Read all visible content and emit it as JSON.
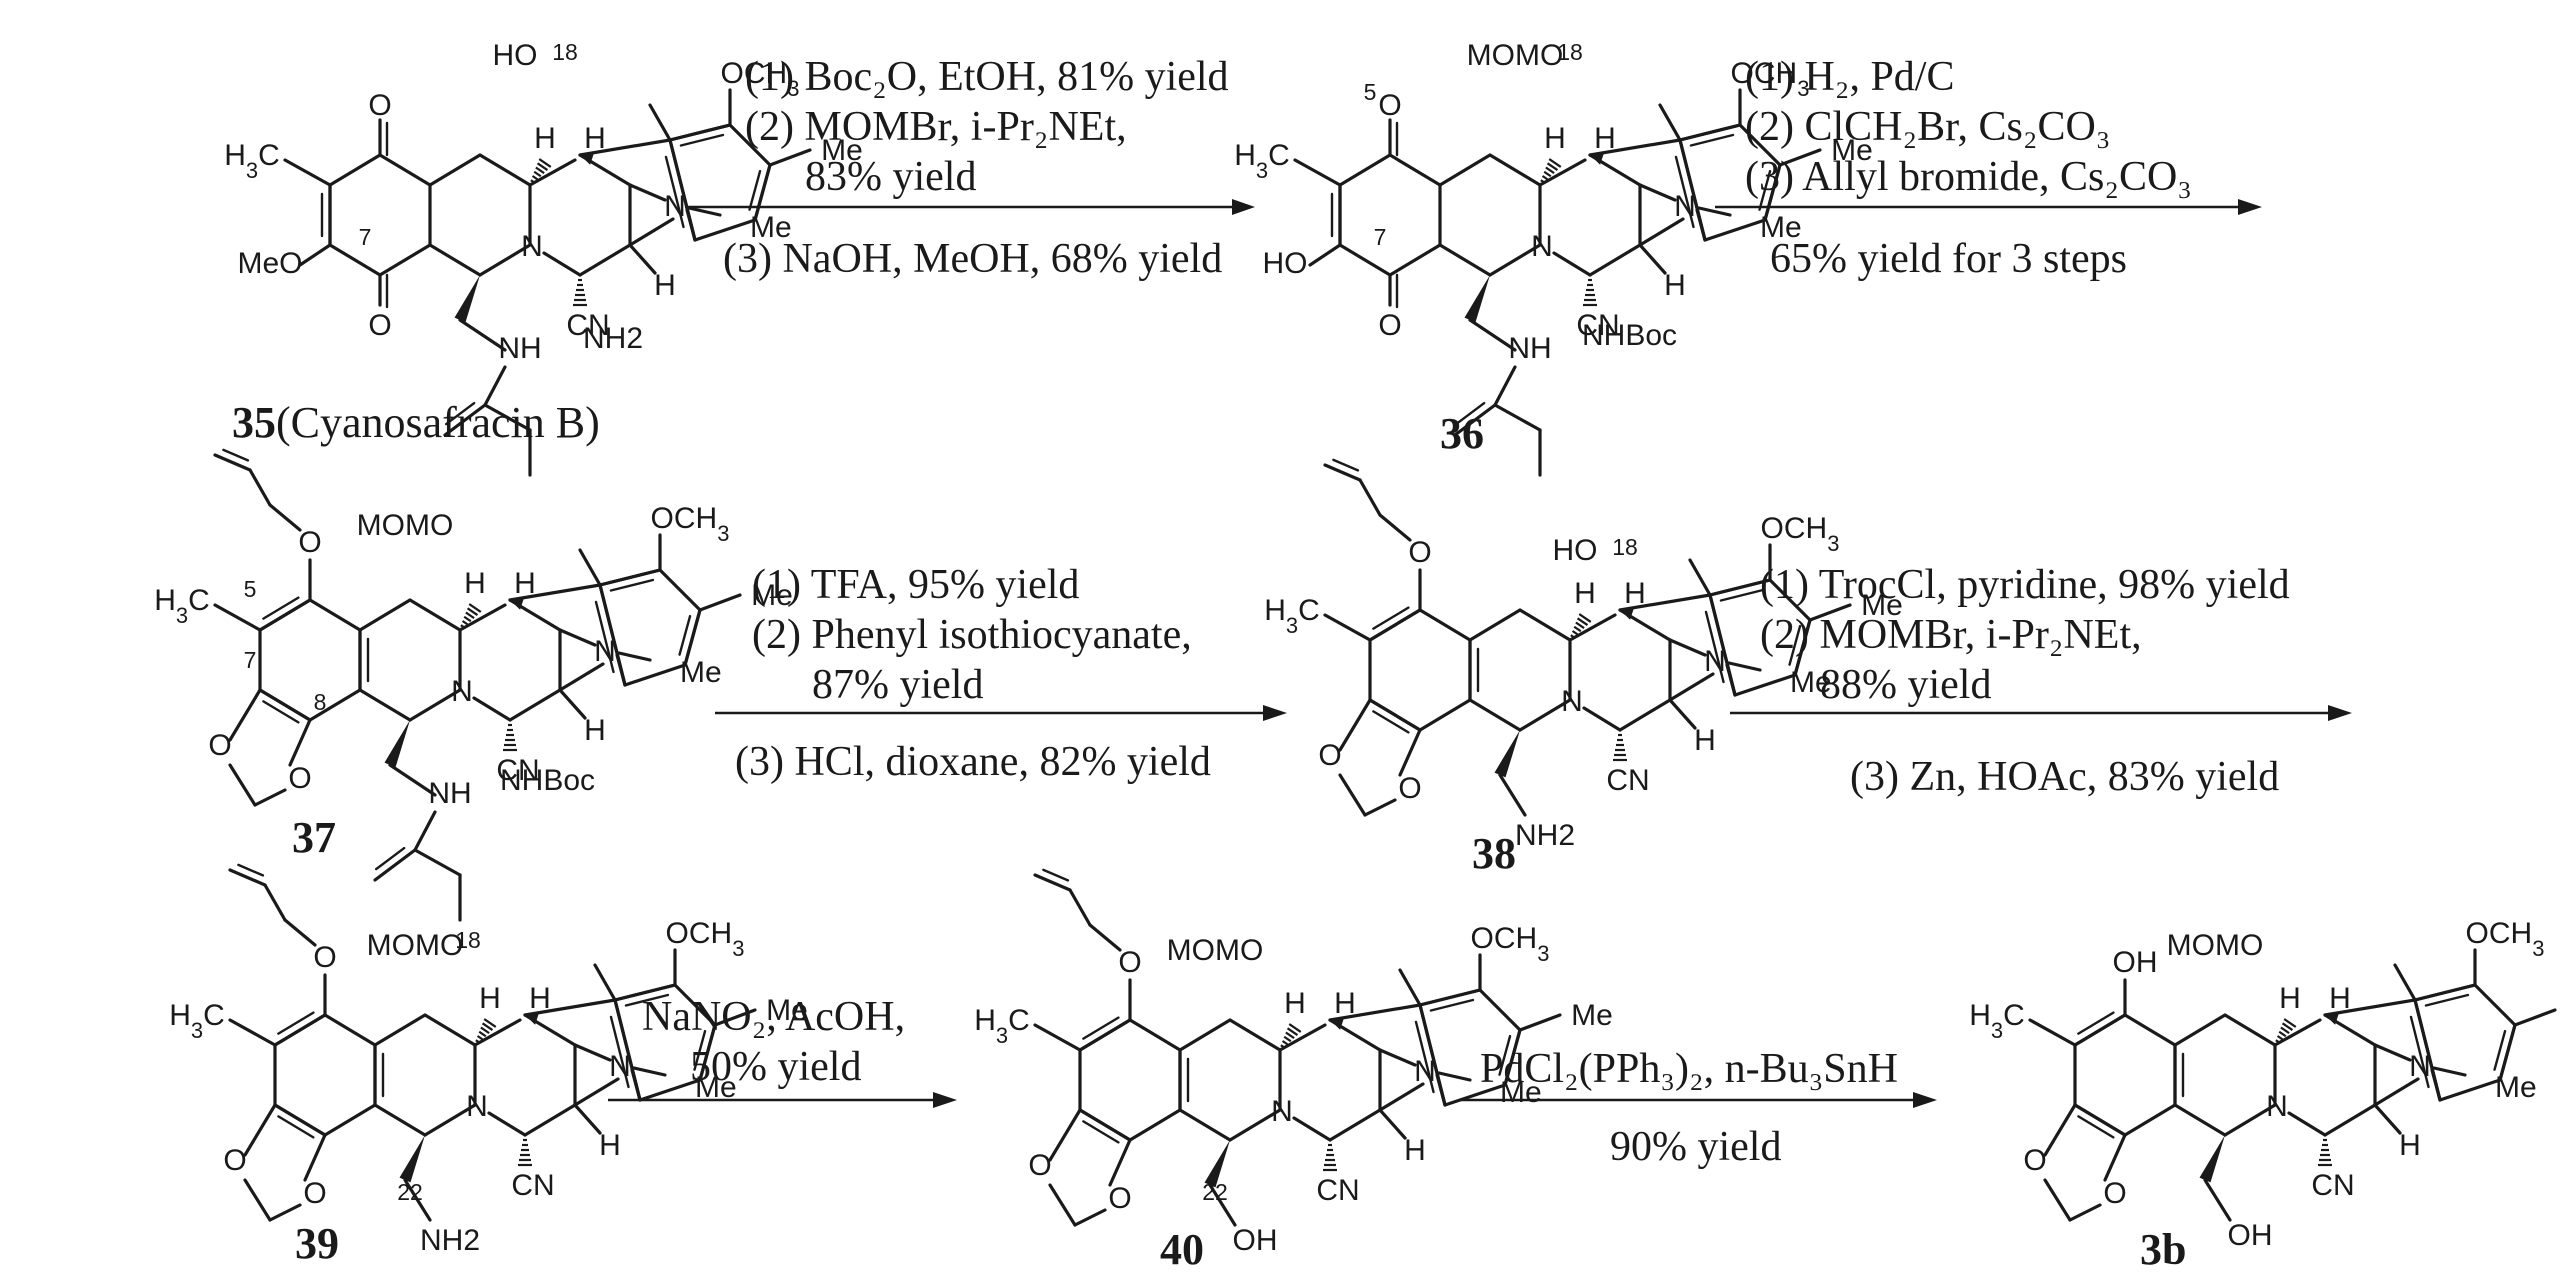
{
  "compounds": [
    {
      "id": "35",
      "name": "(Cyanosafracin B)",
      "labels": {
        "pos7": "7",
        "pos18": "18"
      },
      "groups": {
        "phenol": "HO",
        "methoxy": "OCH3",
        "methyl_ar": "Me",
        "methyl_q": "H3C",
        "ome_q": "MeO",
        "amine": "NH",
        "nh2": "NH2",
        "cn": "CN",
        "nme": "Me"
      }
    },
    {
      "id": "36",
      "name": "",
      "labels": {
        "pos5": "5",
        "pos7": "7",
        "pos18": "18"
      },
      "groups": {
        "mom": "MOMO",
        "methoxy": "OCH3",
        "methyl_ar": "Me",
        "methyl_q": "H3C",
        "oh_q": "HO",
        "amine": "NH",
        "nhboc": "NHBoc",
        "cn": "CN",
        "nme": "Me"
      }
    },
    {
      "id": "37",
      "name": "",
      "labels": {
        "pos5": "5",
        "pos7": "7",
        "pos8": "8"
      },
      "groups": {
        "mom": "MOMO",
        "methoxy": "OCH3",
        "methyl_ar": "Me",
        "methyl_q": "H3C",
        "amine": "NH",
        "nhboc": "NHBoc",
        "cn": "CN",
        "nme": "Me"
      }
    },
    {
      "id": "38",
      "name": "",
      "labels": {
        "pos18": "18"
      },
      "groups": {
        "phenol": "HO",
        "methoxy": "OCH3",
        "methyl_ar": "Me",
        "methyl_q": "H3C",
        "nh2": "NH2",
        "cn": "CN",
        "nme": "Me"
      }
    },
    {
      "id": "39",
      "name": "",
      "labels": {
        "pos18": "18",
        "pos22": "22"
      },
      "groups": {
        "mom": "MOMO",
        "methoxy": "OCH3",
        "methyl_ar": "Me",
        "methyl_q": "H3C",
        "nh2": "NH2",
        "cn": "CN",
        "nme": "Me"
      }
    },
    {
      "id": "40",
      "name": "",
      "labels": {
        "pos22": "22"
      },
      "groups": {
        "mom": "MOMO",
        "methoxy": "OCH3",
        "methyl_ar": "Me",
        "methyl_q": "H3C",
        "oh": "OH",
        "cn": "CN",
        "nme": "Me"
      }
    },
    {
      "id": "3b",
      "name": "",
      "labels": {},
      "groups": {
        "mom": "MOMO",
        "methoxy": "OCH3",
        "methyl_ar": "Me",
        "methyl_q": "H3C",
        "oh_ar": "OH",
        "oh": "OH",
        "cn": "CN",
        "nme": "Me"
      }
    }
  ],
  "steps": [
    {
      "from": "35",
      "to": "36",
      "above": [
        "(1) Boc₂O, EtOH, 81% yield",
        "(2) MOMBr, i-Pr₂NEt,",
        "83% yield"
      ],
      "below": [
        "(3) NaOH, MeOH, 68% yield"
      ]
    },
    {
      "from": "36",
      "to": "37",
      "above": [
        "(1) H₂, Pd/C",
        "(2) ClCH₂Br, Cs₂CO₃",
        "(3) Allyl bromide, Cs₂CO₃"
      ],
      "below": [
        "65% yield for 3 steps"
      ]
    },
    {
      "from": "37",
      "to": "38",
      "above": [
        "(1) TFA, 95% yield",
        "(2) Phenyl isothiocyanate,",
        "87% yield"
      ],
      "below": [
        "(3) HCl, dioxane, 82% yield"
      ]
    },
    {
      "from": "38",
      "to": "39",
      "above": [
        "(1) TrocCl, pyridine, 98% yield",
        "(2) MOMBr, i-Pr₂NEt,",
        "88% yield"
      ],
      "below": [
        "(3) Zn, HOAc, 83% yield"
      ]
    },
    {
      "from": "39",
      "to": "40",
      "above": [
        "NaNO₂, AcOH,",
        "50% yield"
      ],
      "below": []
    },
    {
      "from": "40",
      "to": "3b",
      "above": [
        "PdCl₂(PPh₃)₂, n-Bu₃SnH"
      ],
      "below": [
        "90% yield"
      ]
    }
  ],
  "common": {
    "H": "H",
    "N": "N",
    "O": "O"
  }
}
